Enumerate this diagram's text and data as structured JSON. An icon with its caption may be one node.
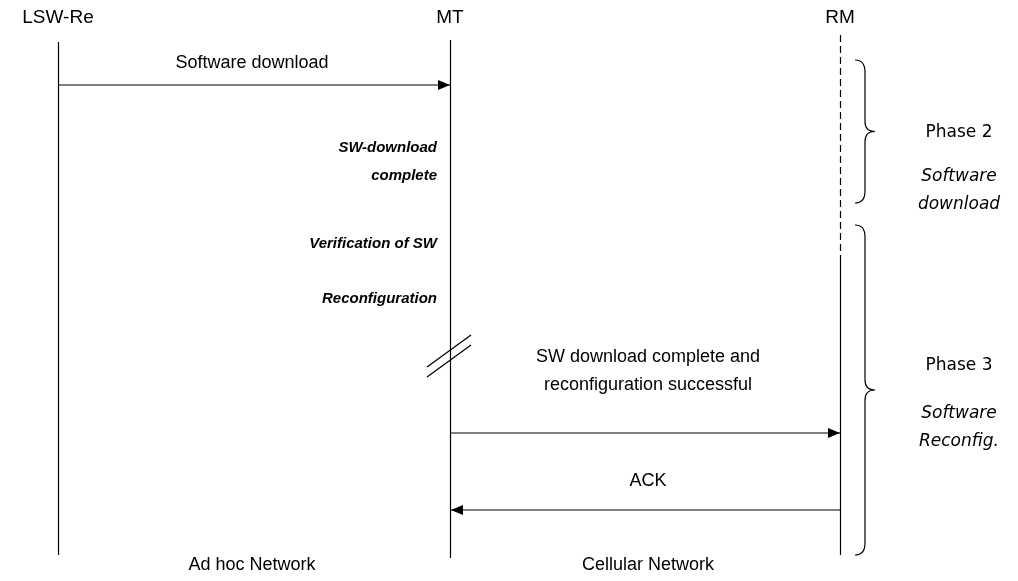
{
  "diagram": {
    "nodes": [
      {
        "text": [],
        "shape": "line",
        "beside": [
          "LSW-Re"
        ]
      },
      {
        "text": [],
        "shape": "line",
        "beside": [
          "MT"
        ]
      },
      {
        "text": [],
        "shape": "line",
        "beside": [
          "RM"
        ]
      }
    ],
    "edges": [
      {
        "from": 0,
        "to": 1,
        "arrow": "to",
        "label": "Software download"
      },
      {
        "from": 1,
        "to": 2,
        "arrow": "to",
        "label": "SW download complete and reconfiguration successful"
      },
      {
        "from": 2,
        "to": 1,
        "arrow": "to",
        "label": "ACK"
      }
    ],
    "labels": [
      "SW-download complete",
      "Phase 2",
      "Software download",
      "Verification of SW",
      "Reconfiguration",
      "Phase 3",
      "Software Reconfig.",
      "Ad hoc Network",
      "Cellular Network"
    ]
  }
}
